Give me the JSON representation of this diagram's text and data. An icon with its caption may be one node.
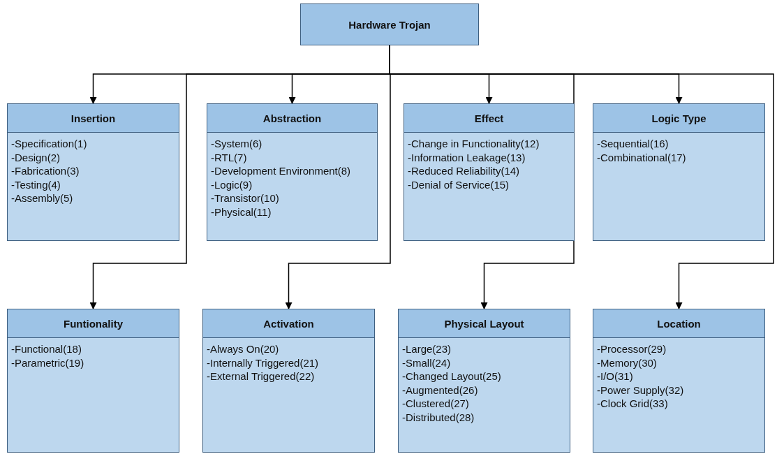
{
  "diagram": {
    "nodes": [
      {
        "text": [
          "Hardware Trojan"
        ]
      },
      {
        "text": [
          "Insertion",
          "-Specification(1)",
          "-Design(2)",
          "-Fabrication(3)",
          "-Testing(4)",
          "-Assembly(5)"
        ]
      },
      {
        "text": [
          "Abstraction",
          "-System(6)",
          "-RTL(7)",
          "-Development Environment(8)",
          "-Logic(9)",
          "-Transistor(10)",
          "-Physical(11)"
        ]
      },
      {
        "text": [
          "Effect",
          "-Change in Functionality(12)",
          "-Information Leakage(13)",
          "-Reduced Reliability(14)",
          "-Denial of Service(15)"
        ]
      },
      {
        "text": [
          "Logic Type",
          "-Sequential(16)",
          "-Combinational(17)"
        ]
      },
      {
        "text": [
          "Funtionality",
          "-Functional(18)",
          "-Parametric(19)"
        ]
      },
      {
        "text": [
          "Activation",
          "-Always On(20)",
          "-Internally Triggered(21)",
          "-External Triggered(22)"
        ]
      },
      {
        "text": [
          "Physical Layout",
          "-Large(23)",
          "-Small(24)",
          "-Changed Layout(25)",
          "-Augmented(26)",
          "-Clustered(27)",
          "-Distributed(28)"
        ]
      },
      {
        "text": [
          "Location",
          "-Processor(29)",
          "-Memory(30)",
          "-I/O(31)",
          "-Power Supply(32)",
          "-Clock Grid(33)"
        ]
      }
    ],
    "edges": [
      {
        "from": 0,
        "to": 1,
        "arrow": "to"
      },
      {
        "from": 0,
        "to": 2,
        "arrow": "to"
      },
      {
        "from": 0,
        "to": 3,
        "arrow": "to"
      },
      {
        "from": 0,
        "to": 4,
        "arrow": "to"
      },
      {
        "from": 0,
        "to": 5,
        "arrow": "to"
      },
      {
        "from": 0,
        "to": 6,
        "arrow": "to"
      },
      {
        "from": 0,
        "to": 7,
        "arrow": "to"
      },
      {
        "from": 0,
        "to": 8,
        "arrow": "to"
      }
    ]
  }
}
